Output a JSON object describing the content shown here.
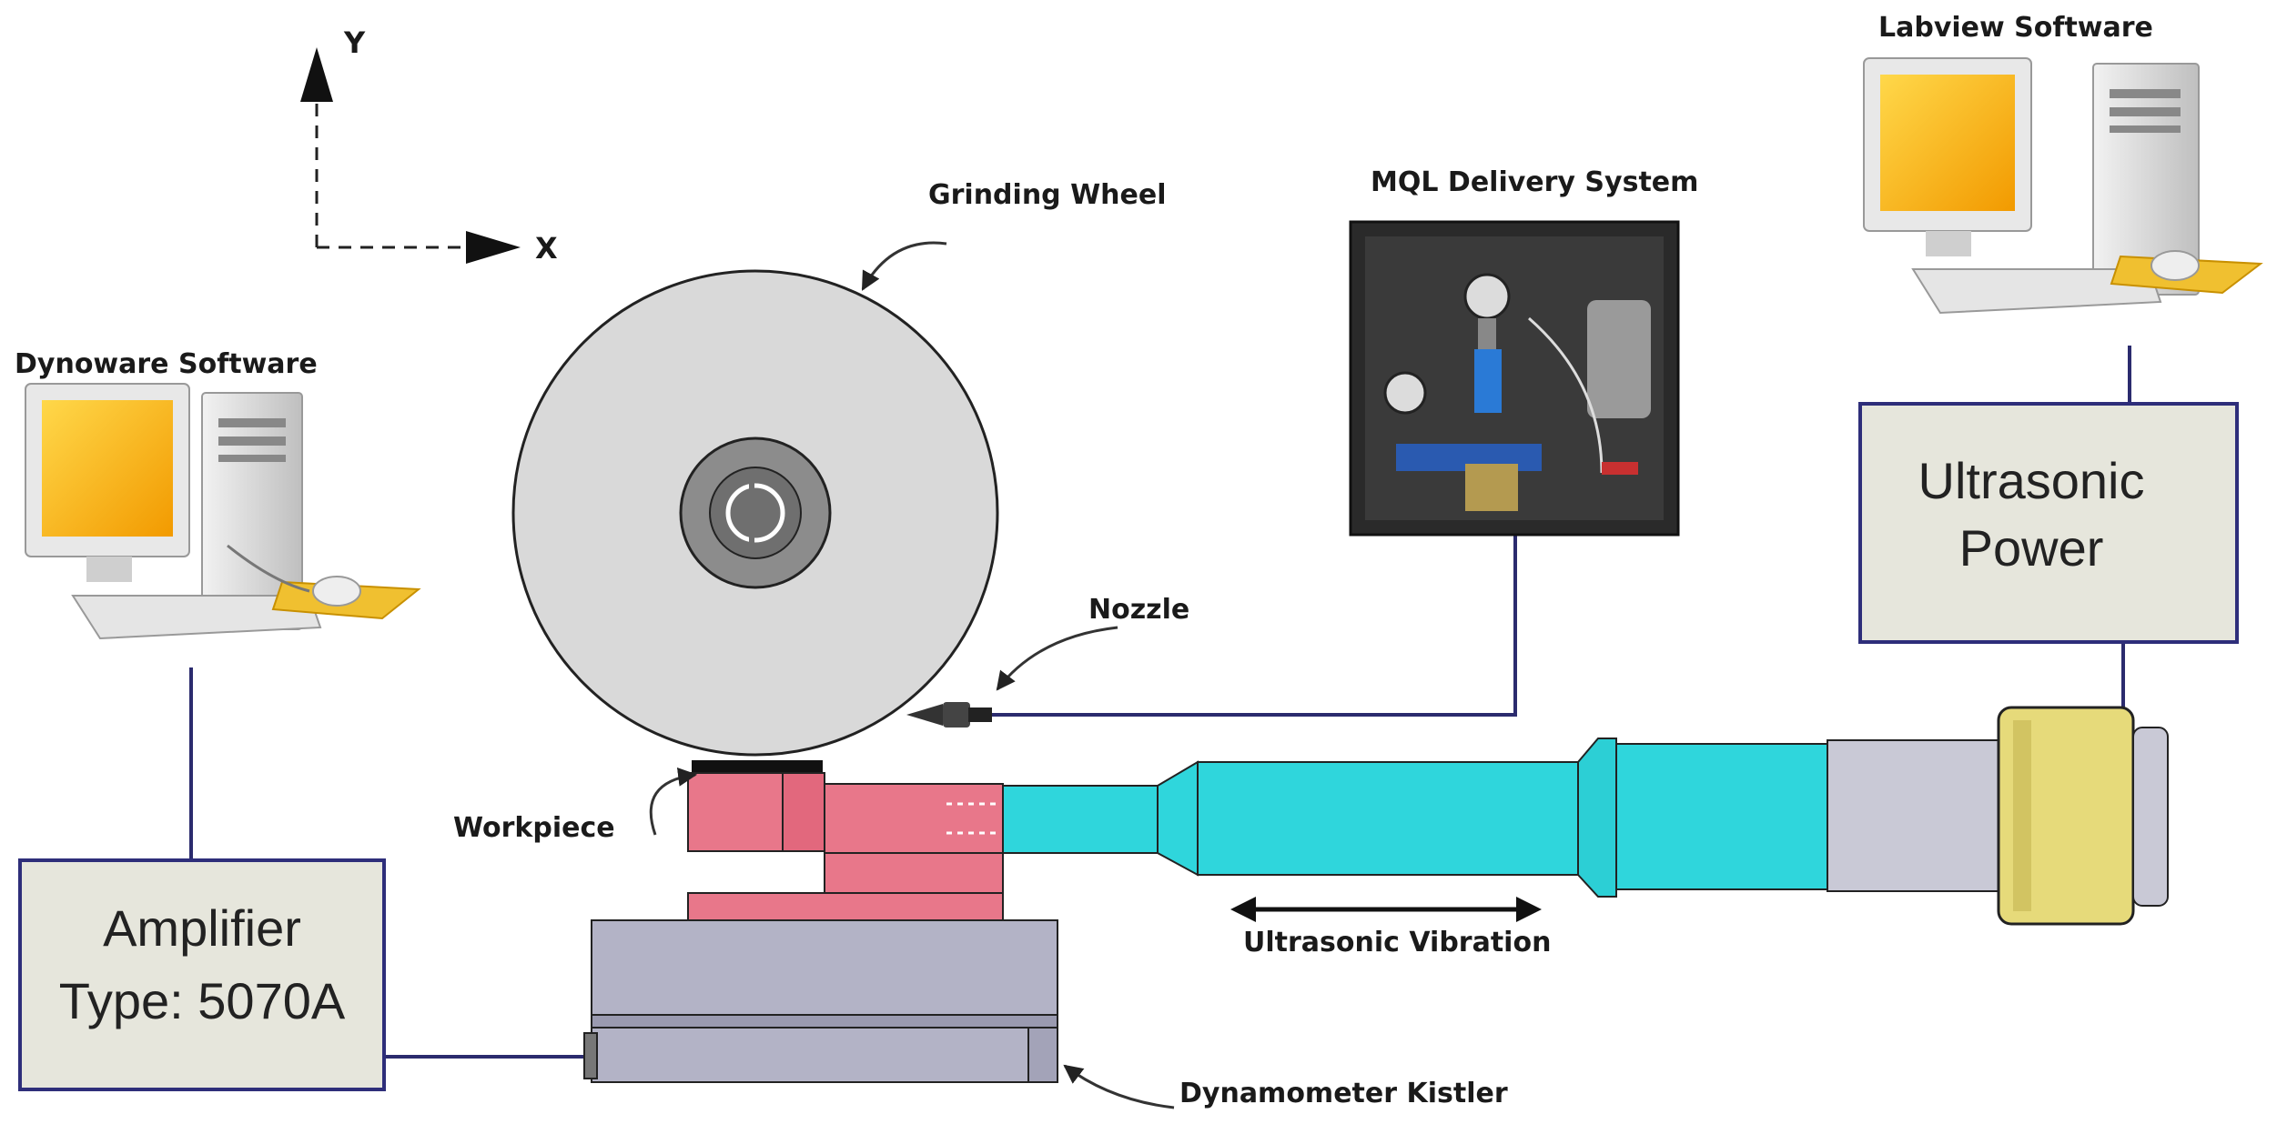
{
  "axes": {
    "y_label": "Y",
    "x_label": "X"
  },
  "labels": {
    "grinding_wheel": "Grinding Wheel",
    "dynoware": "Dynoware Software",
    "labview": "Labview Software",
    "mql": "MQL Delivery System",
    "nozzle": "Nozzle",
    "workpiece": "Workpiece",
    "ultrasonic_vibration": "Ultrasonic Vibration",
    "dynamometer": "Dynamometer Kistler"
  },
  "boxes": {
    "amplifier_line1": "Amplifier",
    "amplifier_line2": "Type: 5070A",
    "ultrasonic_line1": "Ultrasonic",
    "ultrasonic_line2": "Power"
  },
  "colors": {
    "wheel": "#d9d9d9",
    "hub": "#8c8c8c",
    "fixture": "#e8778a",
    "horn": "#2fd6dc",
    "transducer": "#c9c9d6",
    "collar": "#e6da7a",
    "dynamometer": "#b3b3c6",
    "connector": "#2b2b6e",
    "box_fill": "#e6e6dc",
    "box_border": "#2e2e7a"
  }
}
